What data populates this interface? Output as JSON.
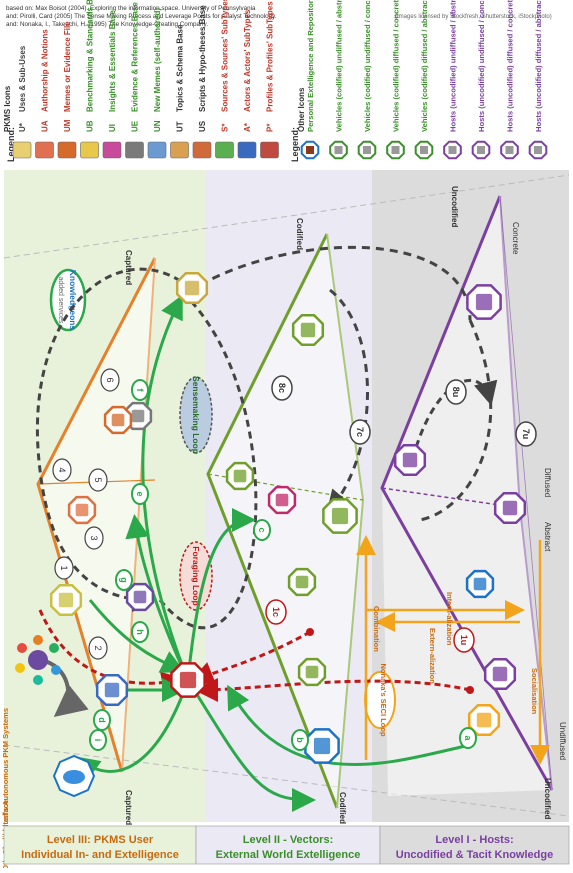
{
  "sources": {
    "line1": "based on: Max Boisot (2004). Exploring the information space. University of Pennsylvania",
    "line2": "and: Pirolli, Card (2005) The Sense Making Process and Leverage Points for Analyst Technology.",
    "line3": "and: Nonaka, I., Takeuchi, H. (1995) The Knowledge-Creating Company.",
    "license": "(Images licensed by Stockfresh, Shutterstock, iStockphoto)"
  },
  "legend1": {
    "title": "Legend:",
    "heading": "PKMS Icons",
    "entries": [
      {
        "code": "U*",
        "label": "Uses & Sub-Uses",
        "color": "#444444"
      },
      {
        "code": "UA",
        "label": "Authorship & Notions",
        "color": "#c0392b"
      },
      {
        "code": "UM",
        "label": "Memes or Evidence File",
        "color": "#c0392b"
      },
      {
        "code": "UB",
        "label": "Benchmarking & Standards Base",
        "color": "#3a8f2a"
      },
      {
        "code": "UI",
        "label": "Insights & Essentials Base",
        "color": "#3a8f2a"
      },
      {
        "code": "UE",
        "label": "Evidence & References Base",
        "color": "#3a8f2a"
      },
      {
        "code": "UN",
        "label": "New Memes (self-authored)",
        "color": "#3a8f2a"
      },
      {
        "code": "UT",
        "label": "Topics & Schema Base",
        "color": "#333333"
      },
      {
        "code": "US",
        "label": "Scripts & Hypo-theses Base",
        "color": "#333333"
      },
      {
        "code": "S*",
        "label": "Sources & Sources' SubTypes",
        "color": "#c0392b"
      },
      {
        "code": "A*",
        "label": "Actors & Actors' SubTypes",
        "color": "#c0392b"
      },
      {
        "code": "P*",
        "label": "Profiles & Profiles' SubTypes",
        "color": "#c0392b"
      }
    ]
  },
  "legend2": {
    "title": "Legend:",
    "heading": "Other Icons",
    "entries": [
      {
        "label": "Personal Extelligence and Repositories",
        "color": "#3a8f2a"
      },
      {
        "label": "Vehicles (codified) undiffused / abstract",
        "color": "#3a8f2a"
      },
      {
        "label": "Vehicles (codified) undiffused / concrete",
        "color": "#3a8f2a"
      },
      {
        "label": "Vehicles (codified) diffused / concrete",
        "color": "#3a8f2a"
      },
      {
        "label": "Vehicles (codified) diffused / abstract",
        "color": "#3a8f2a"
      },
      {
        "label": "Hosts (uncodified) undiffused / abstract",
        "color": "#7a3fa0"
      },
      {
        "label": "Hosts (uncodified) undiffused / concrete",
        "color": "#7a3fa0"
      },
      {
        "label": "Hosts (uncodified) diffused / concrete",
        "color": "#7a3fa0"
      },
      {
        "label": "Hosts (uncodified) diffused / abstract",
        "color": "#7a3fa0"
      }
    ]
  },
  "diagram": {
    "captured_top": "Captured",
    "captured_bottom": "Captured",
    "codified_top": "Codified",
    "codified_bottom": "Codified",
    "uncodified_top": "Uncodified",
    "uncodified_bottom": "Uncodified",
    "concrete": "Concrete",
    "abstract": "Abstract",
    "diffused": "Diffused",
    "undiffused": "Undiffused",
    "knowledgeons": "Knowledgeons",
    "added_services": "added services",
    "sensemaking": "Sensemaking Loop",
    "foraging": "Foraging Loop",
    "seci": "Nonaka's SECI Loop",
    "combination": "Combination",
    "internalization": "Intern-alization",
    "externalization": "Extern-alization",
    "socialisation": "Socialisation",
    "other_pkm": "Other Individual's Autonomous PKM Systems",
    "cloud": "Cloud Interface",
    "steps": [
      "1",
      "2",
      "3",
      "4",
      "5",
      "6"
    ],
    "letters": [
      "a",
      "b",
      "c",
      "d",
      "e",
      "f",
      "g",
      "h",
      "i"
    ],
    "seci_labels": [
      "1c",
      "7c",
      "8c",
      "1u",
      "7u",
      "8u"
    ]
  },
  "levels": [
    {
      "line1": "Level III: PKMS User",
      "line2": "Individual In- and Extelligence",
      "color": "#c76a10",
      "bg": "#e8f2da"
    },
    {
      "line1": "Level II - Vectors:",
      "line2": "External World Extelligence",
      "color": "#3a8f2a",
      "bg": "#ebe9f3"
    },
    {
      "line1": "Level I - Hosts:",
      "line2": "Uncodified & Tacit Knowledge",
      "color": "#7a3fa0",
      "bg": "#dcdcdc"
    }
  ]
}
